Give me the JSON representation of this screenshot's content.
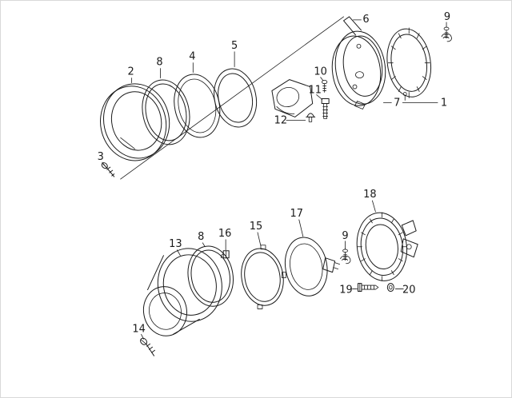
{
  "colors": {
    "ink": "#1a1a1a",
    "paper": "#ffffff",
    "border": "#d9d9d9",
    "hatch": "#3a3a3a"
  },
  "diagram": {
    "labels": {
      "p1": "1",
      "p2": "2",
      "p3": "3",
      "p4": "4",
      "p5": "5",
      "p6": "6",
      "p7": "7",
      "p8_top": "8",
      "p8_bottom": "8",
      "p9_top": "9",
      "p9_bottom": "9",
      "p10": "10",
      "p11": "11",
      "p12": "12",
      "p13": "13",
      "p14": "14",
      "p15": "15",
      "p16": "16",
      "p17": "17",
      "p18": "18",
      "p19": "19",
      "p20": "20"
    }
  }
}
